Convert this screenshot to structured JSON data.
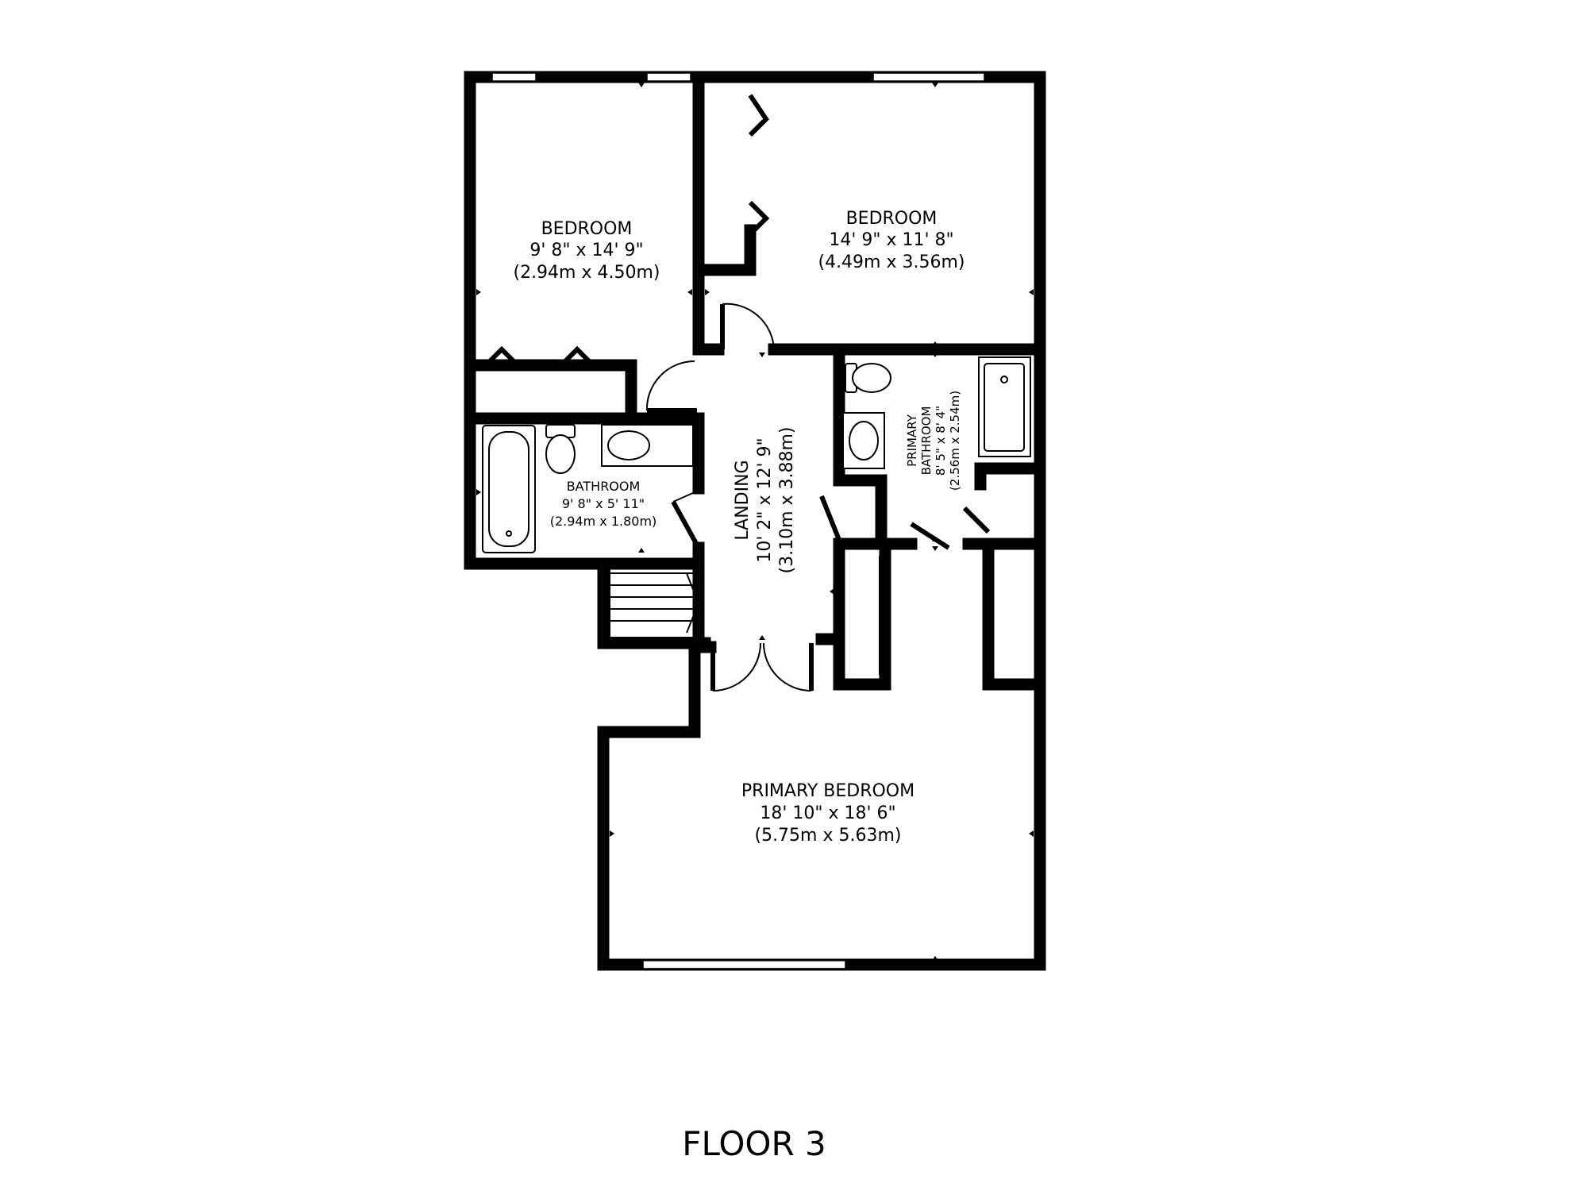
{
  "floor_title": "FLOOR 3",
  "rooms": {
    "bedroom_left": {
      "name": "BEDROOM",
      "imperial": "9' 8\" x 14' 9\"",
      "metric": "(2.94m x 4.50m)"
    },
    "bedroom_right": {
      "name": "BEDROOM",
      "imperial": "14' 9\" x 11' 8\"",
      "metric": "(4.49m x 3.56m)"
    },
    "bathroom": {
      "name": "BATHROOM",
      "imperial": "9' 8\" x 5' 11\"",
      "metric": "(2.94m x 1.80m)"
    },
    "landing": {
      "name": "LANDING",
      "imperial": "10' 2\" x 12' 9\"",
      "metric": "(3.10m x 3.88m)"
    },
    "primary_bathroom": {
      "name_line1": "PRIMARY",
      "name_line2": "BATHROOM",
      "imperial": "8' 5\" x 8' 4\"",
      "metric": "(2.56m x 2.54m)"
    },
    "primary_bedroom": {
      "name": "PRIMARY BEDROOM",
      "imperial": "18' 10\" x 18' 6\"",
      "metric": "(5.75m x 5.63m)"
    }
  },
  "colors": {
    "wall": "#000000",
    "background": "#ffffff"
  }
}
